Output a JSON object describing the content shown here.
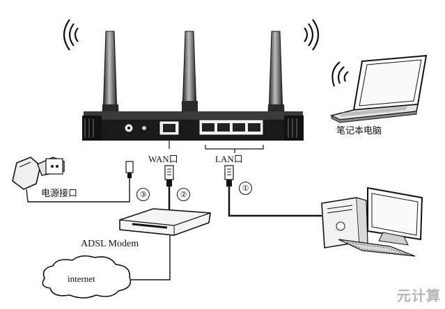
{
  "labels": {
    "wan_port": "WAN口",
    "lan_port": "LAN口",
    "laptop": "笔记本电脑",
    "power_port": "电源接口",
    "modem": "ADSL Modem",
    "internet": "internet",
    "watermark": "元计算"
  },
  "steps": {
    "one": "①",
    "two": "②",
    "three": "③"
  },
  "colors": {
    "line": "#111111",
    "router_body": "#1a1a1a",
    "device_fill": "#f2f2f2"
  }
}
